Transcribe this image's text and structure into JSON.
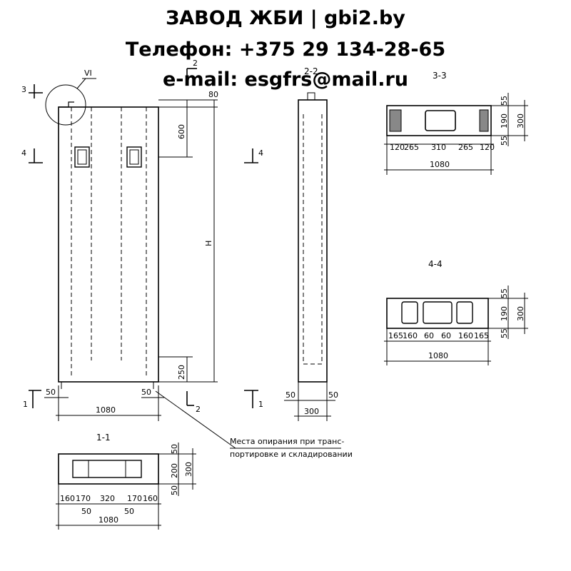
{
  "header": {
    "line1": "ЗАВОД ЖБИ | gbi2.by",
    "line2": "Телефон: +375 29 134-28-65",
    "line3": "e-mail: esgfrs@mail.ru"
  },
  "drawing": {
    "cut_marks": {
      "c3": "3",
      "c4_left": "4",
      "c4_right": "4",
      "c1_left": "1",
      "c1_right": "1",
      "c2_top": "2",
      "c2_bottom": "2",
      "detail": "VI"
    },
    "front": {
      "dim_80": "80",
      "dim_600": "600",
      "dim_h": "H",
      "dim_250": "250",
      "dim_50_left": "50",
      "dim_50_right": "50",
      "dim_1080": "1080"
    },
    "side": {
      "title": "2-2",
      "dim_50_left": "50",
      "dim_50_right": "50",
      "dim_300": "300"
    },
    "sec33": {
      "title": "3-3",
      "widths": [
        "120",
        "265",
        "310",
        "265",
        "120"
      ],
      "heights": [
        "55",
        "190",
        "55"
      ],
      "total_h": "300",
      "total_w": "1080"
    },
    "sec44": {
      "title": "4-4",
      "widths": [
        "165",
        "160",
        "60",
        "60",
        "160",
        "165"
      ],
      "heights": [
        "55",
        "190",
        "55"
      ],
      "total_h": "300",
      "total_w": "1080"
    },
    "sec11": {
      "title": "1-1",
      "widths": [
        "160",
        "170",
        "320",
        "170",
        "160"
      ],
      "sub": [
        "50",
        "50"
      ],
      "heights": [
        "50",
        "200",
        "50"
      ],
      "total_h": "300",
      "total_w": "1080"
    },
    "note": {
      "line1": "Места опирания при транс-",
      "line2": "портировке и складировании"
    }
  }
}
